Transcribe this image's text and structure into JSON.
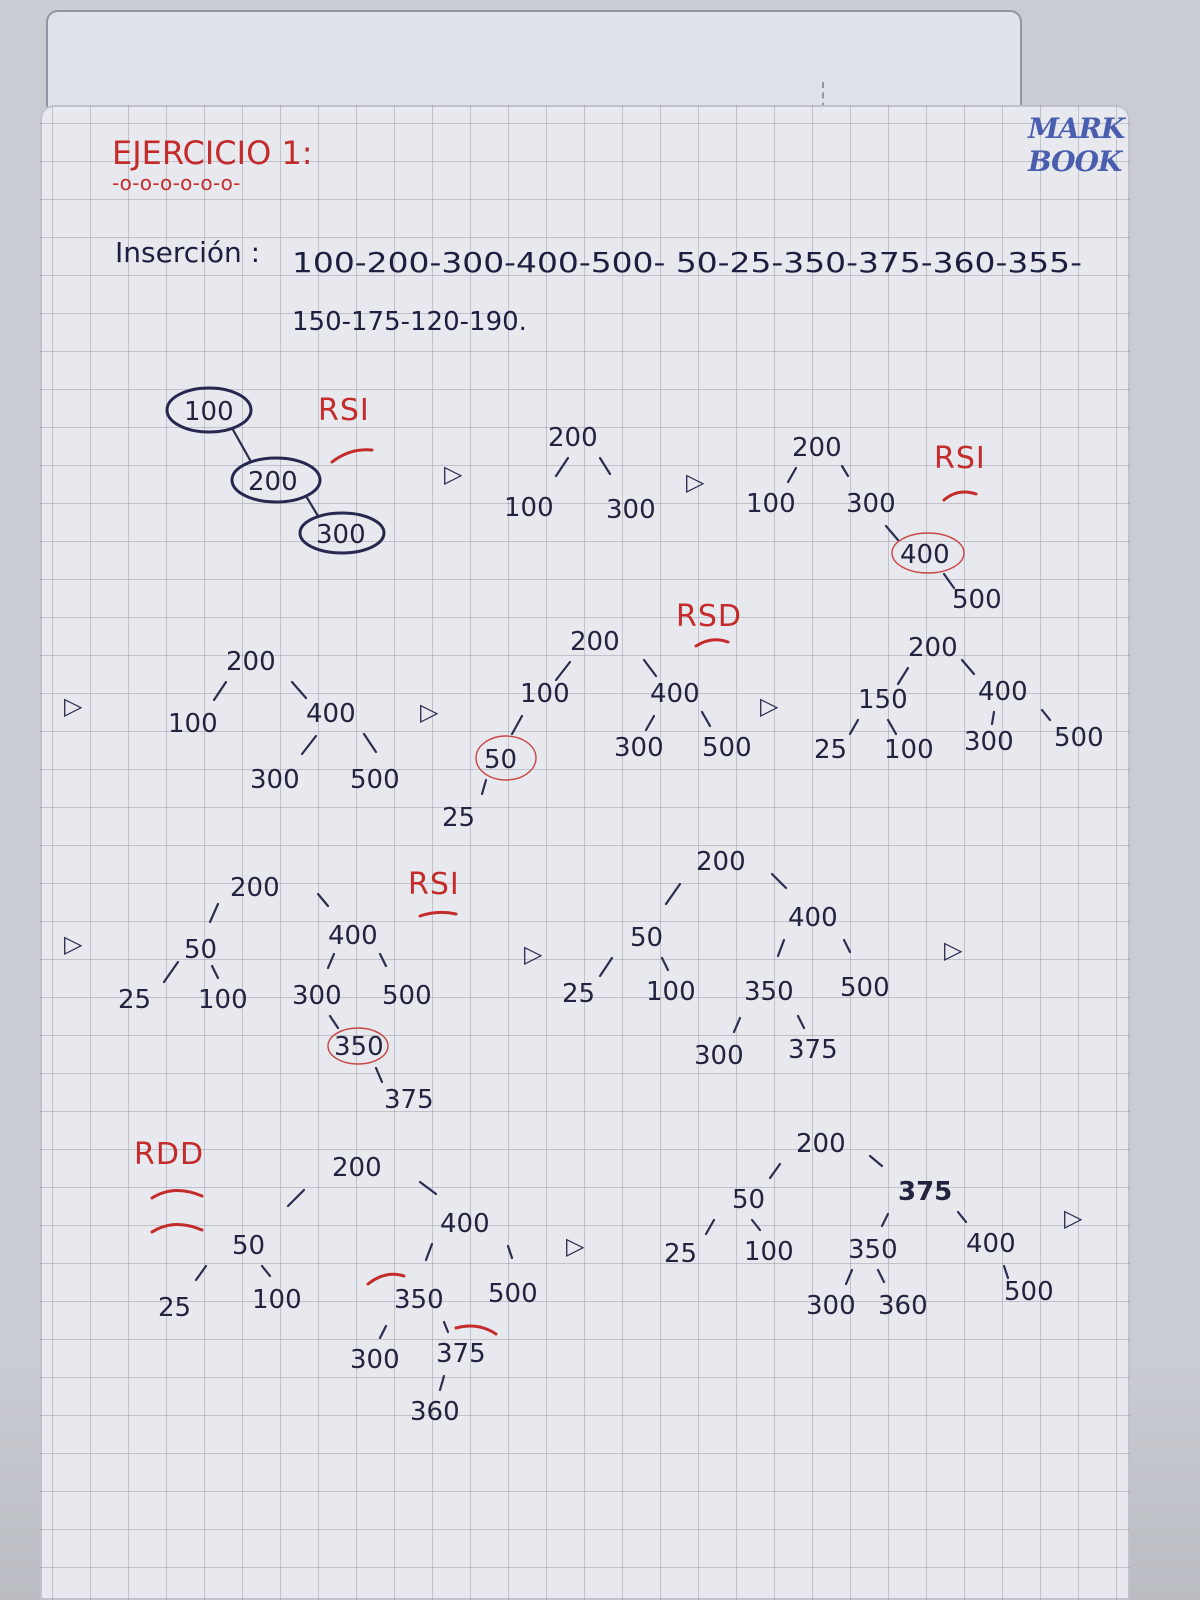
{
  "header": {
    "title": "EJERCICIO 1:",
    "underline": "-o-o-o-o-o-o-",
    "logo": "MARK BOOK"
  },
  "insertion": {
    "label": "Inserción :",
    "line1": "100-200-300-400-500- 50-25-350-375-360-355-",
    "line2": "150-175-120-190."
  },
  "steps": [
    {
      "id": "s1",
      "nodes": [
        "100",
        "200",
        "300"
      ],
      "rotation": "RSI"
    },
    {
      "id": "s2",
      "nodes": [
        "200",
        "100",
        "300"
      ]
    },
    {
      "id": "s3",
      "nodes": [
        "200",
        "100",
        "300",
        "400",
        "500"
      ],
      "rotation": "RSI"
    },
    {
      "id": "s4",
      "nodes": [
        "200",
        "100",
        "400",
        "300",
        "500"
      ]
    },
    {
      "id": "s5",
      "nodes": [
        "200",
        "100",
        "400",
        "50",
        "300",
        "500",
        "25"
      ],
      "rotation": "RSD"
    },
    {
      "id": "s6",
      "nodes": [
        "200",
        "150",
        "400",
        "25",
        "100",
        "300",
        "500"
      ]
    },
    {
      "id": "s7",
      "nodes": [
        "200",
        "50",
        "400",
        "25",
        "100",
        "300",
        "500",
        "350",
        "375"
      ],
      "rotation": "RSI"
    },
    {
      "id": "s8",
      "nodes": [
        "200",
        "50",
        "400",
        "25",
        "100",
        "350",
        "500",
        "300",
        "375"
      ]
    },
    {
      "id": "s9",
      "nodes": [
        "200",
        "50",
        "400",
        "25",
        "100",
        "350",
        "500",
        "300",
        "375",
        "360"
      ],
      "rotation": "RDD"
    },
    {
      "id": "s10",
      "nodes": [
        "200",
        "50",
        "375",
        "25",
        "100",
        "350",
        "400",
        "300",
        "360",
        "500"
      ]
    }
  ],
  "arrow_glyph": "▷",
  "colors": {
    "ink": "#1c1f3f",
    "red_ink": "#c42b2b",
    "paper": "#e7e9ee",
    "grid": "#8a8f9c"
  }
}
